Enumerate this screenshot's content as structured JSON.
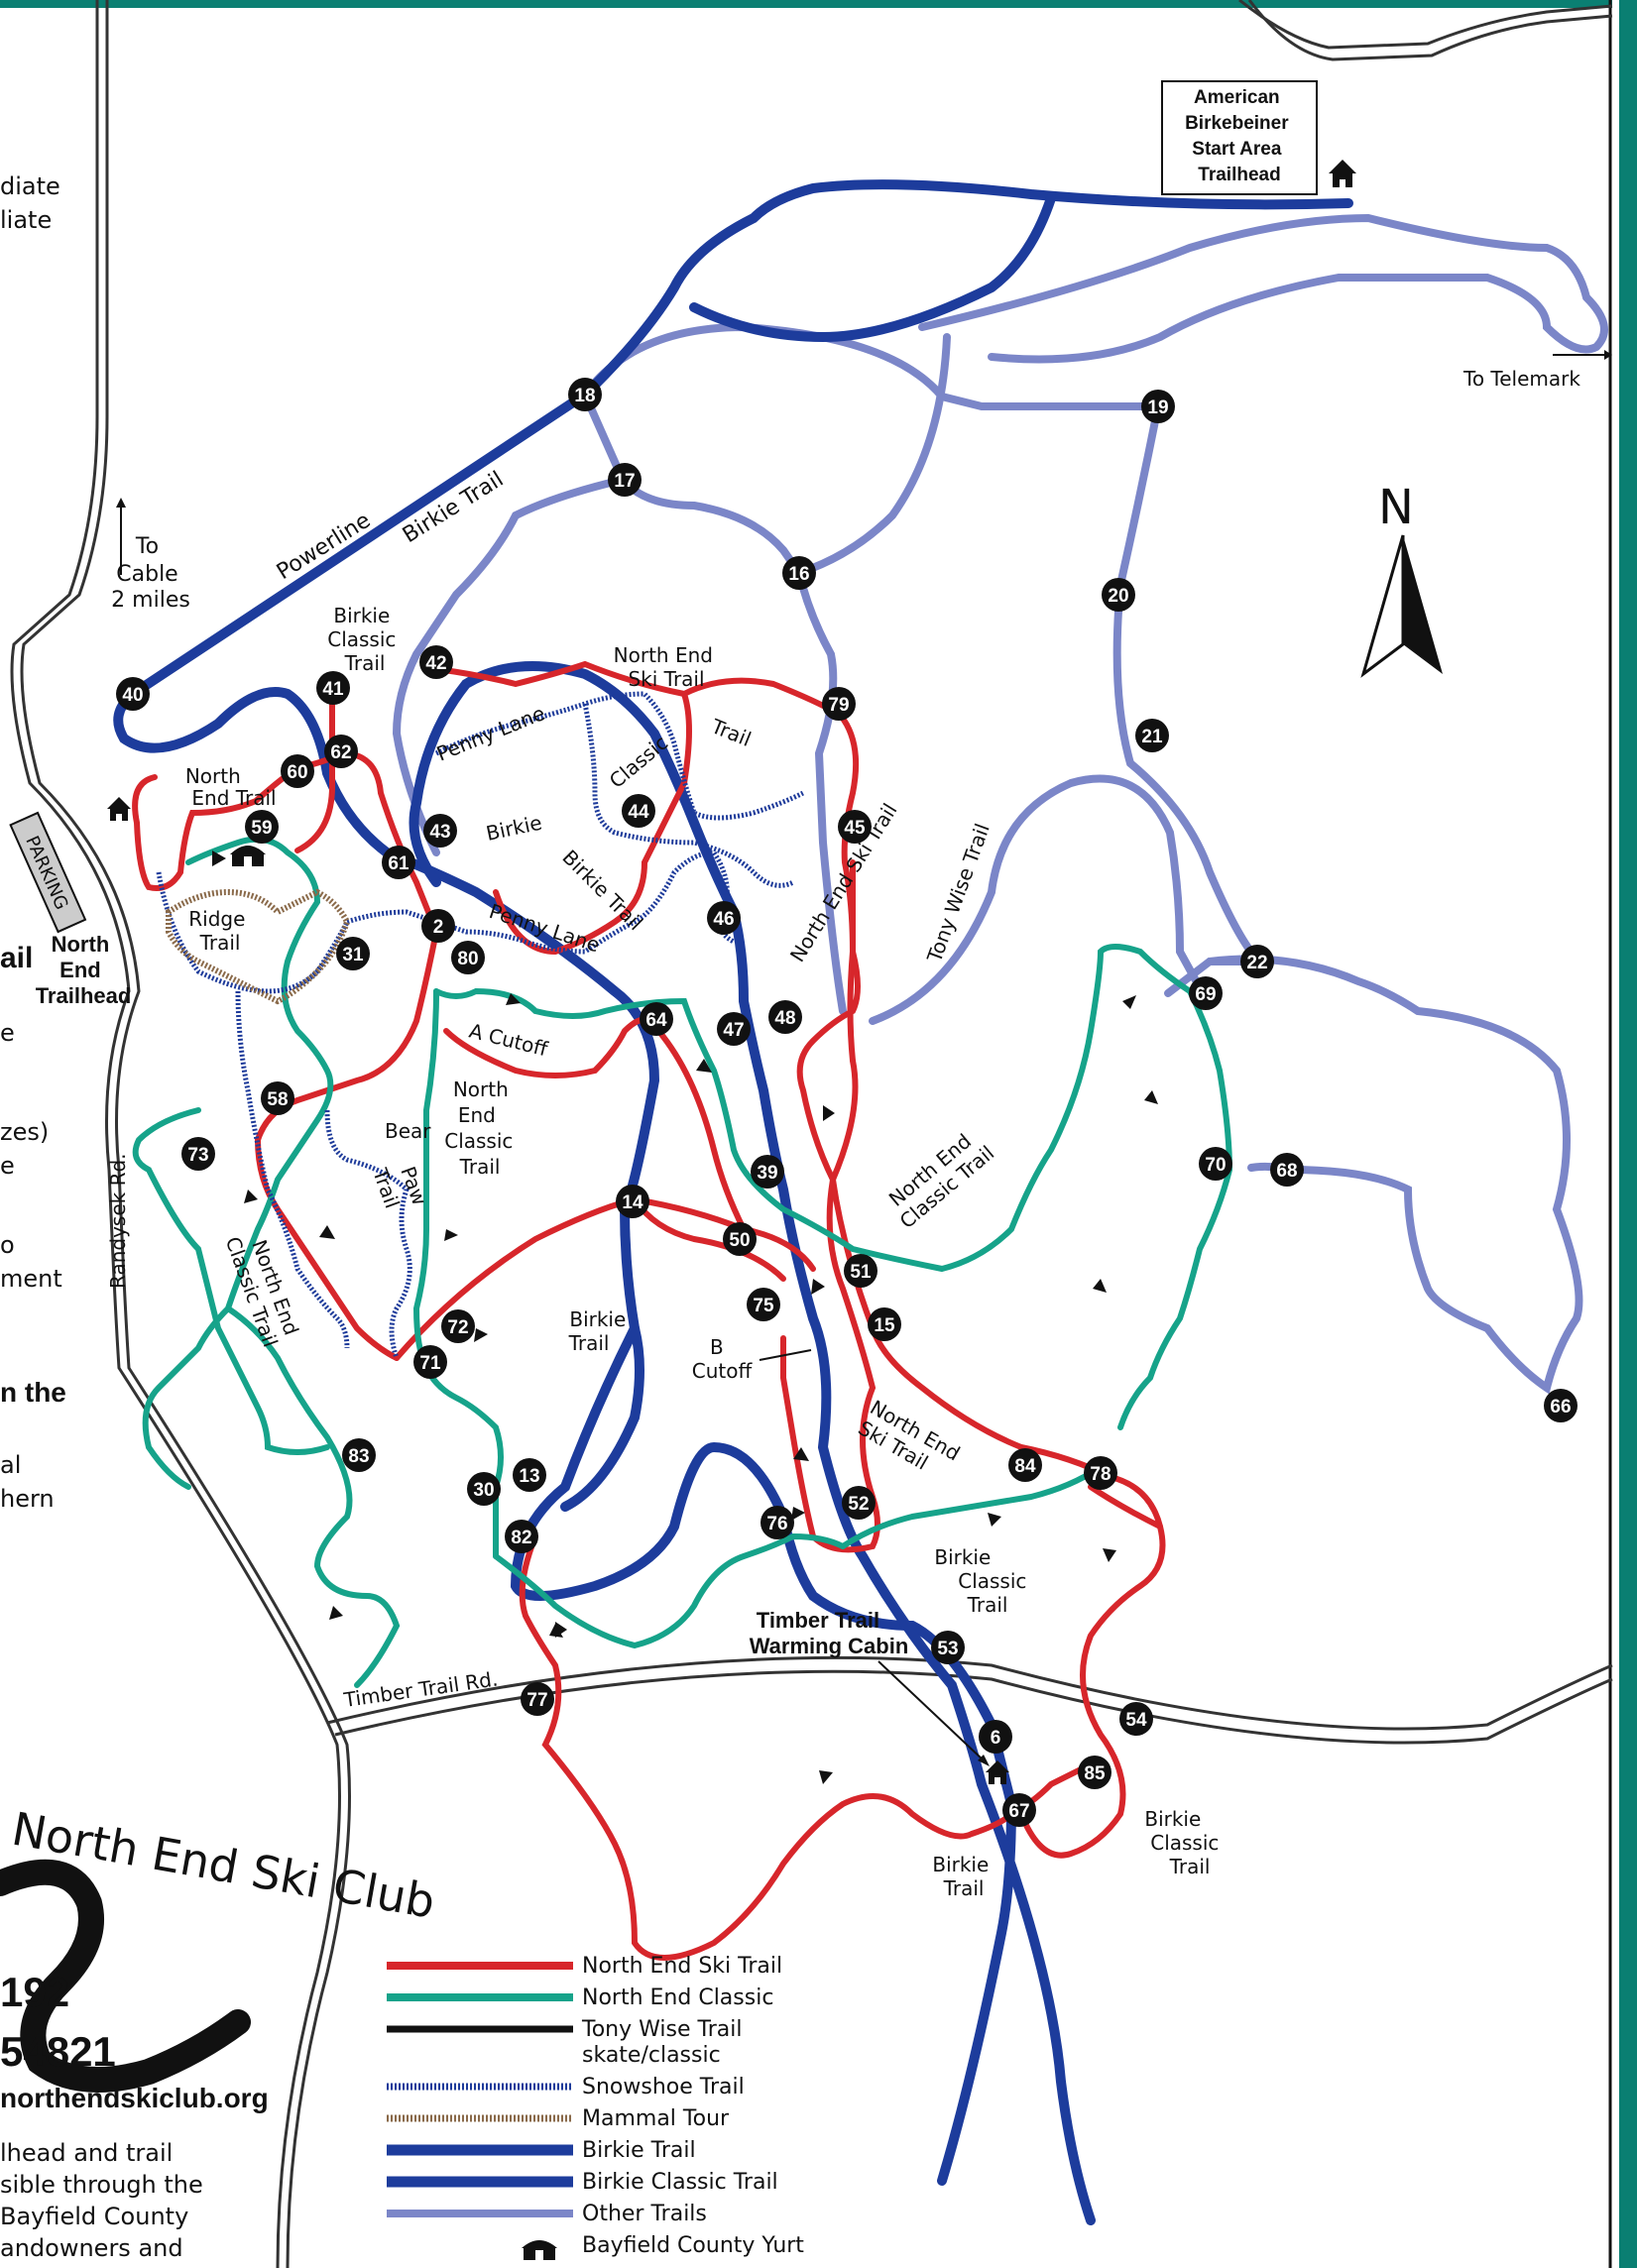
{
  "colors": {
    "north_end_ski": "#d7262b",
    "north_end_classic": "#16a38a",
    "tony_wise": "#111111",
    "snowshoe": "#1e3b9a",
    "mammal": "#8a6a4a",
    "birkie": "#1d3c9c",
    "other": "#7b86c8",
    "frame": "#0a7f72"
  },
  "labels": {
    "start_area": [
      "American",
      "Birkebeiner",
      "Start Area",
      "Trailhead"
    ],
    "to_telemark": "To Telemark",
    "to_cable": [
      "To",
      "Cable",
      "2 miles"
    ],
    "north": "N",
    "powerline": "Powerline",
    "birkie_trail": "Birkie Trail",
    "birkie_classic_trail": [
      "Birkie",
      "Classic",
      "Trail"
    ],
    "north_end_ski_trail": [
      "North End",
      "Ski Trail"
    ],
    "penny_lane": "Penny Lane",
    "classic": "Classic",
    "trail": "Trail",
    "birkie": "Birkie",
    "north_end_trail": [
      "North",
      "End Trail"
    ],
    "parking": "PARKING",
    "ridge_trail": [
      "Ridge",
      "Trail"
    ],
    "north_end_trailhead": [
      "North",
      "End",
      "Trailhead"
    ],
    "a_cutoff": "A Cutoff",
    "north_end_classic_trail_v": [
      "North",
      "End",
      "Classic",
      "Trail"
    ],
    "bear_paw_trail": [
      "Bear",
      "Paw",
      "Trail"
    ],
    "north_end_ski_trail_diag": "North End Ski Trail",
    "tony_wise_trail": "Tony Wise Trail",
    "north_end_classic_trail_diag": [
      "North End",
      "Classic Trail"
    ],
    "north_end_classic_trail_left": [
      "North End",
      "Classic Trail"
    ],
    "randysek_rd": "Randysek Rd.",
    "birkie_trail_stack": [
      "Birkie",
      "Trail"
    ],
    "b_cutoff": [
      "B",
      "Cutoff"
    ],
    "north_end_ski_trail_lower": [
      "North End",
      "Ski Trail"
    ],
    "birkie_classic_lower": [
      "Birkie",
      "Classic",
      "Trail"
    ],
    "timber_trail_cabin": [
      "Timber Trail",
      "Warming Cabin"
    ],
    "timber_trail_rd": "Timber Trail Rd.",
    "birkie_trail_bottom": [
      "Birkie",
      "Trail"
    ],
    "birkie_classic_bottom": [
      "Birkie",
      "Classic",
      "Trail"
    ],
    "club_logo_text": "North End Ski Club",
    "address_1": "192",
    "address_2": "54821",
    "website": "northendskiclub.org",
    "left_fragments": [
      "diate",
      "liate",
      "ail",
      "e",
      "zes)",
      "e",
      "o",
      "ment",
      "n the",
      "al",
      "hern"
    ],
    "footer_text": [
      "lhead and trail",
      "sible through the",
      "Bayfield County",
      "andowners and"
    ]
  },
  "legend": [
    {
      "label": "North End Ski Trail",
      "style": "north_end_ski"
    },
    {
      "label": "North End Classic",
      "style": "north_end_classic"
    },
    {
      "label": "Tony Wise Trail",
      "sublabel": "skate/classic",
      "style": "tony_wise"
    },
    {
      "label": "Snowshoe Trail",
      "style": "snowshoe"
    },
    {
      "label": "Mammal Tour",
      "style": "mammal"
    },
    {
      "label": "Birkie Trail",
      "style": "birkie"
    },
    {
      "label": "Birkie Classic Trail",
      "style": "birkie"
    },
    {
      "label": "Other Trails",
      "style": "other"
    },
    {
      "label": "Bayfield County Yurt",
      "style": "yurt"
    }
  ],
  "nodes": [
    "18",
    "17",
    "16",
    "19",
    "20",
    "21",
    "22",
    "69",
    "70",
    "68",
    "66",
    "40",
    "41",
    "42",
    "62",
    "60",
    "59",
    "61",
    "43",
    "44",
    "45",
    "46",
    "79",
    "2",
    "80",
    "31",
    "58",
    "73",
    "64",
    "47",
    "48",
    "39",
    "14",
    "50",
    "51",
    "75",
    "15",
    "72",
    "71",
    "83",
    "13",
    "30",
    "82",
    "77",
    "76",
    "52",
    "84",
    "78",
    "53",
    "6",
    "54",
    "85",
    "67"
  ]
}
